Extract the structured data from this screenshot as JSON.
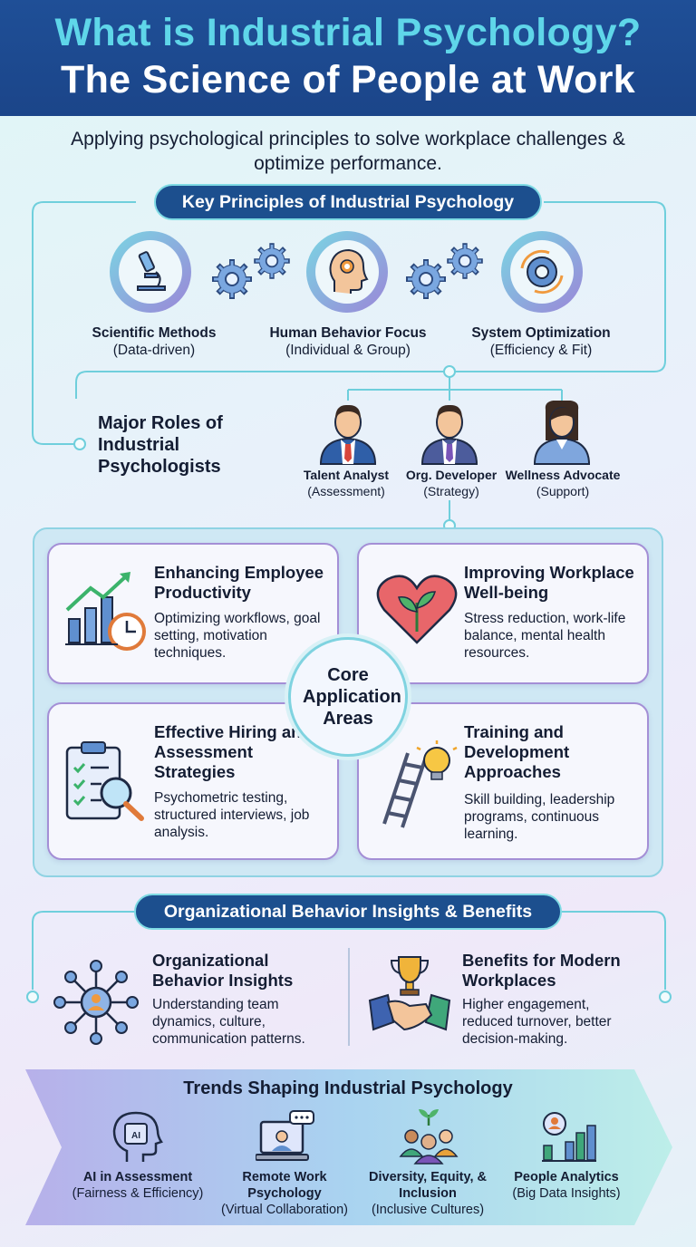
{
  "header": {
    "title_line1": "What is Industrial Psychology?",
    "title_line2": "The Science of People at Work"
  },
  "subtitle": "Applying psychological principles to solve workplace challenges & optimize performance.",
  "principles": {
    "heading": "Key Principles of Industrial Psychology",
    "items": [
      {
        "title": "Scientific Methods",
        "sub": "(Data-driven)",
        "icon": "microscope-icon"
      },
      {
        "title": "Human Behavior Focus",
        "sub": "(Individual & Group)",
        "icon": "head-gear-icon"
      },
      {
        "title": "System Optimization",
        "sub": "(Efficiency & Fit)",
        "icon": "gear-cycle-icon"
      }
    ]
  },
  "roles": {
    "heading": "Major Roles of Industrial Psychologists",
    "items": [
      {
        "title": "Talent Analyst",
        "sub": "(Assessment)",
        "icon": "man-red-tie-icon"
      },
      {
        "title": "Org. Developer",
        "sub": "(Strategy)",
        "icon": "man-purple-tie-icon"
      },
      {
        "title": "Wellness Advocate",
        "sub": "(Support)",
        "icon": "woman-icon"
      }
    ]
  },
  "core": {
    "center_label": "Core Application Areas",
    "cards": [
      {
        "title": "Enhancing Employee Productivity",
        "desc": "Optimizing workflows, goal setting, motivation techniques.",
        "icon": "chart-clock-icon"
      },
      {
        "title": "Improving Workplace Well-being",
        "desc": "Stress reduction, work-life balance, mental health resources.",
        "icon": "heart-plant-icon"
      },
      {
        "title": "Effective Hiring and Assessment Strategies",
        "desc": "Psychometric testing, structured interviews, job analysis.",
        "icon": "clipboard-magnifier-icon"
      },
      {
        "title": "Training and Development Approaches",
        "desc": "Skill building, leadership programs, continuous learning.",
        "icon": "ladder-bulb-icon"
      }
    ]
  },
  "insights": {
    "heading": "Organizational Behavior Insights & Benefits",
    "left": {
      "title": "Organizational Behavior Insights",
      "desc": "Understanding team dynamics, culture, communication patterns.",
      "icon": "network-icon"
    },
    "right": {
      "title": "Benefits for Modern Workplaces",
      "desc": "Higher engagement, reduced turnover, better decision-making.",
      "icon": "handshake-trophy-icon"
    }
  },
  "trends": {
    "heading": "Trends Shaping Industrial Psychology",
    "items": [
      {
        "title": "AI in Assessment",
        "sub": "(Fairness & Efficiency)",
        "icon": "ai-head-icon"
      },
      {
        "title": "Remote Work Psychology",
        "sub": "(Virtual Collaboration)",
        "icon": "laptop-chat-icon"
      },
      {
        "title": "Diversity, Equity, & Inclusion",
        "sub": "(Inclusive Cultures)",
        "icon": "diverse-people-icon"
      },
      {
        "title": "People Analytics",
        "sub": "(Big Data Insights)",
        "icon": "analytics-person-icon"
      }
    ]
  },
  "colors": {
    "header_bg": "#1f4f97",
    "title_accent": "#5fd6e9",
    "pill_bg": "#1c4f8e",
    "line": "#6fcfdc",
    "card_border": "#a48fd6"
  }
}
